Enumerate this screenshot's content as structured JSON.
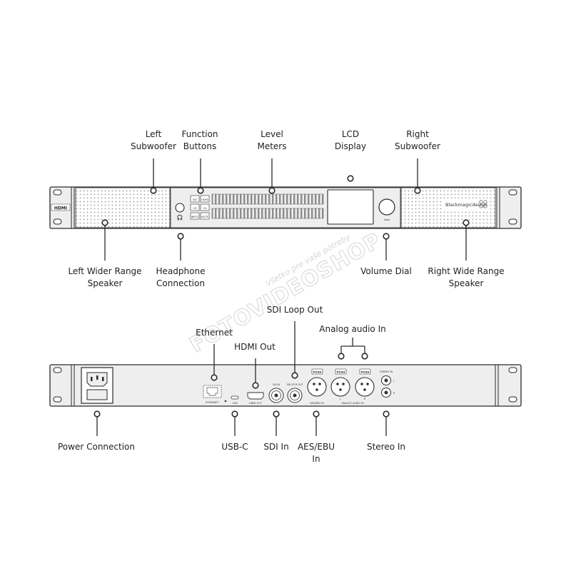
{
  "front_panel": {
    "labels": {
      "left_subwoofer": [
        "Left",
        "Subwoofer"
      ],
      "function_buttons": [
        "Function",
        "Buttons"
      ],
      "level_meters": [
        "Level",
        "Meters"
      ],
      "lcd_display": [
        "LCD",
        "Display"
      ],
      "right_subwoofer": [
        "Right",
        "Subwoofer"
      ],
      "left_wider_range_speaker": [
        "Left Wider Range",
        "Speaker"
      ],
      "headphone_connection": [
        "Headphone",
        "Connection"
      ],
      "volume_dial": [
        "Volume Dial"
      ],
      "right_wide_range_speaker": [
        "Right Wide Range",
        "Speaker"
      ]
    },
    "model_badge": "HDMI",
    "brand_logo": "Blackmagicdesign",
    "button_labels": [
      "SDI",
      "HDMI",
      "CH",
      "CH",
      "INPUT",
      "MUTE"
    ]
  },
  "rear_panel": {
    "labels": {
      "sdi_loop_out": [
        "SDI Loop Out"
      ],
      "analog_audio_in": [
        "Analog audio In"
      ],
      "ethernet": [
        "Ethernet"
      ],
      "hdmi_out": [
        "HDMI Out"
      ],
      "power_connection": [
        "Power Connection"
      ],
      "usb_c": [
        "USB-C"
      ],
      "sdi_in": [
        "SDI In"
      ],
      "aes_ebu_in": [
        "AES/EBU",
        "In"
      ],
      "stereo_in": [
        "Stereo In"
      ]
    },
    "port_labels": {
      "ethernet": "ETHERNET",
      "usb": "USB",
      "hdmi_out": "HDMI OUT",
      "sdi_in": "SDI IN",
      "sdi_loop_out": "SDI LOOP OUT",
      "aes_ebu_in": "AES/EBU IN",
      "analog_audio_in": "ANALOG AUDIO IN",
      "stereo_in": "STEREO IN",
      "push": "PUSH",
      "xlr_left": "L",
      "xlr_right": "R",
      "stereo_l": "L",
      "stereo_r": "R"
    }
  },
  "watermark": {
    "line1": "Všetko pre vaše potreby",
    "line2": "FOTOVIDEOSHOP"
  },
  "colors": {
    "panel_fill": "#eeeeee",
    "panel_stroke": "#2a2a2a",
    "grille_dot": "#9a9a9a",
    "text": "#222222",
    "watermark": "#d8d8d8"
  }
}
